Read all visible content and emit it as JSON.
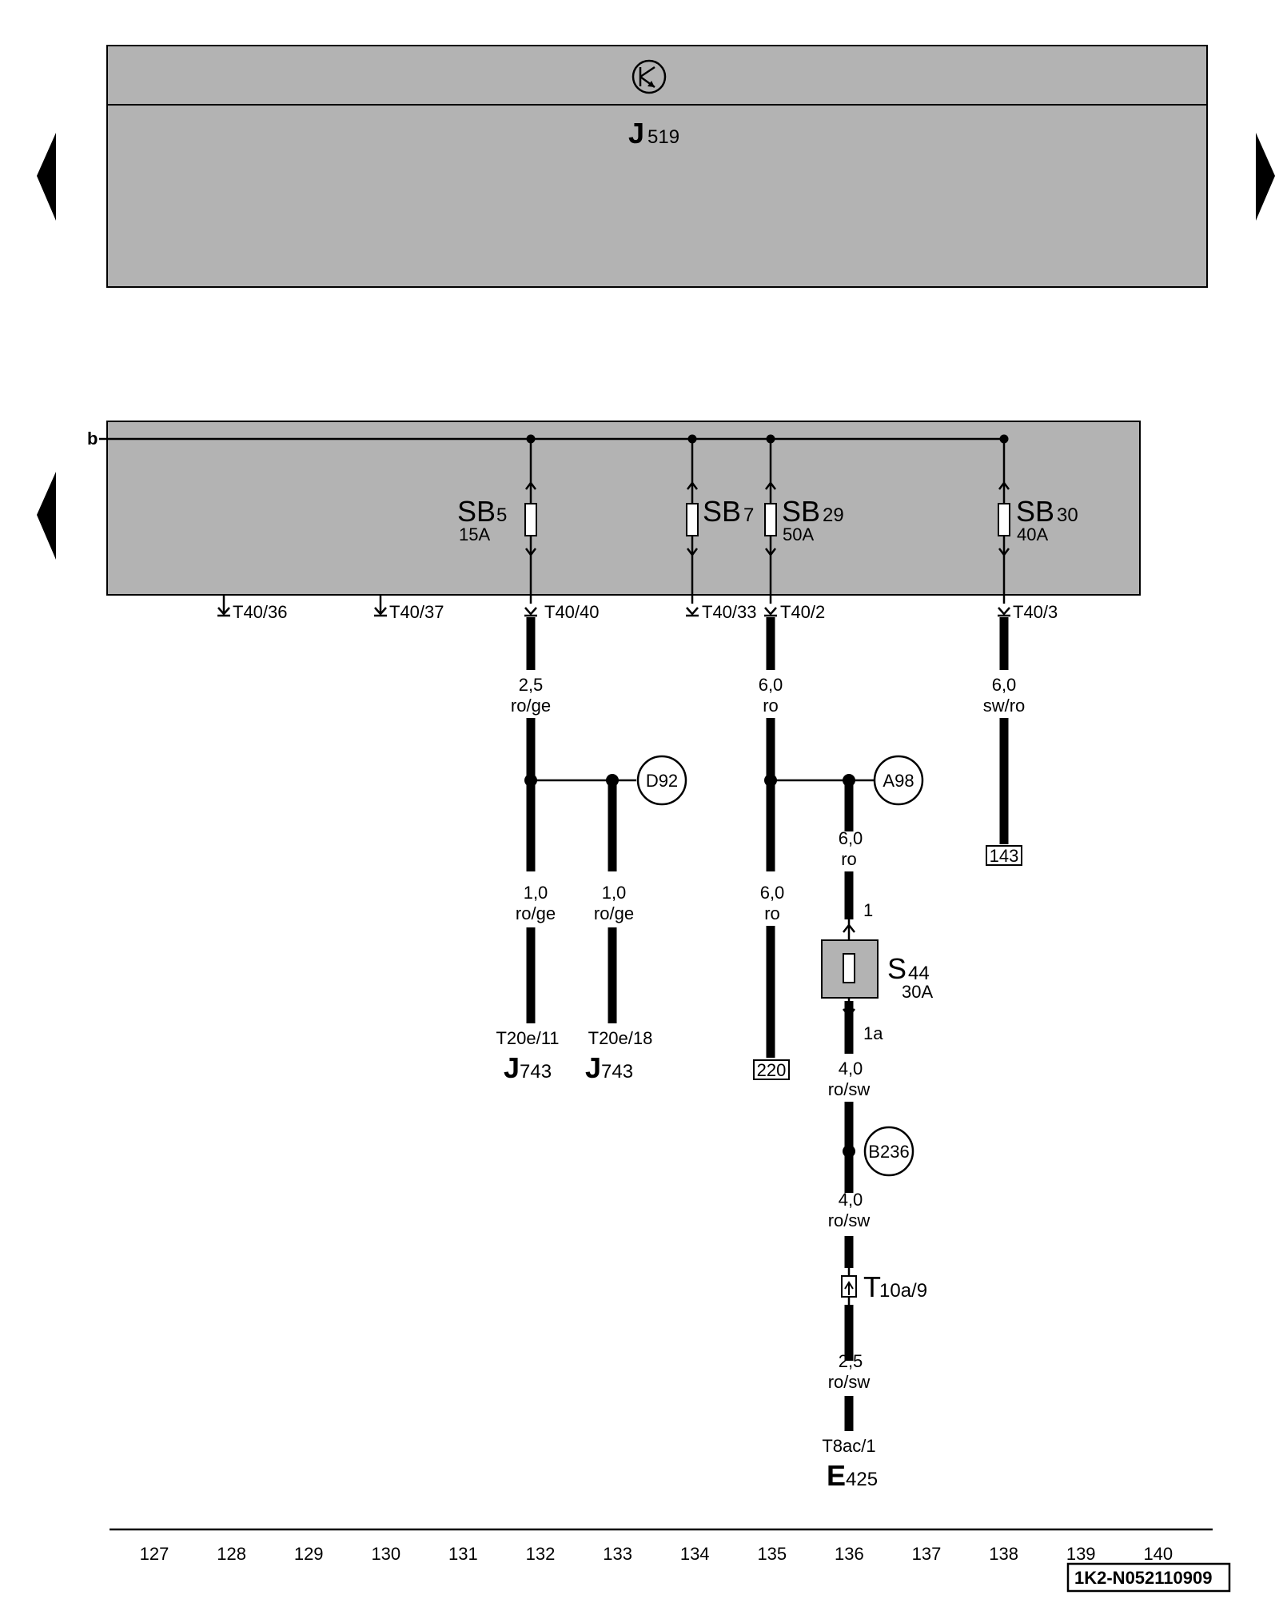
{
  "header_module": {
    "name": "J",
    "sub": "519",
    "icon": "transistor-symbol-icon"
  },
  "bus": {
    "label": "b"
  },
  "fuses": [
    {
      "name": "SB",
      "sub": "5",
      "rating": "15A"
    },
    {
      "name": "SB",
      "sub": "7",
      "rating": ""
    },
    {
      "name": "SB",
      "sub": "29",
      "rating": "50A"
    },
    {
      "name": "SB",
      "sub": "30",
      "rating": "40A"
    }
  ],
  "terminals": [
    "T40/36",
    "T40/37",
    "T40/40",
    "T40/33",
    "T40/2",
    "T40/3"
  ],
  "wires": {
    "w1": {
      "size": "2,5",
      "color": "ro/ge"
    },
    "w2": {
      "size": "6,0",
      "color": "ro"
    },
    "w3": {
      "size": "6,0",
      "color": "sw/ro"
    },
    "w4": {
      "size": "1,0",
      "color": "ro/ge"
    },
    "w5": {
      "size": "1,0",
      "color": "ro/ge"
    },
    "w6": {
      "size": "6,0",
      "color": "ro"
    },
    "w7": {
      "size": "6,0",
      "color": "ro"
    },
    "w8": {
      "size": "4,0",
      "color": "ro/sw"
    },
    "w9": {
      "size": "4,0",
      "color": "ro/sw"
    },
    "w10": {
      "size": "2,5",
      "color": "ro/sw"
    }
  },
  "connectors": {
    "d92": "D92",
    "a98": "A98",
    "b236": "B236"
  },
  "refs": {
    "r143": "143",
    "r220": "220"
  },
  "fuse_s44": {
    "name": "S",
    "sub": "44",
    "rating": "30A",
    "pin_in": "1",
    "pin_out": "1a"
  },
  "connector_t10a": {
    "name": "T",
    "sub": "10a/9"
  },
  "ends": {
    "e1": {
      "pin": "T20e/11",
      "name": "J",
      "sub": "743"
    },
    "e2": {
      "pin": "T20e/18",
      "name": "J",
      "sub": "743"
    },
    "e3": {
      "pin": "T8ac/1",
      "name": "E",
      "sub": "425"
    }
  },
  "grid_numbers": [
    "127",
    "128",
    "129",
    "130",
    "131",
    "132",
    "133",
    "134",
    "135",
    "136",
    "137",
    "138",
    "139",
    "140"
  ],
  "doc_id": "1K2-N052110909"
}
